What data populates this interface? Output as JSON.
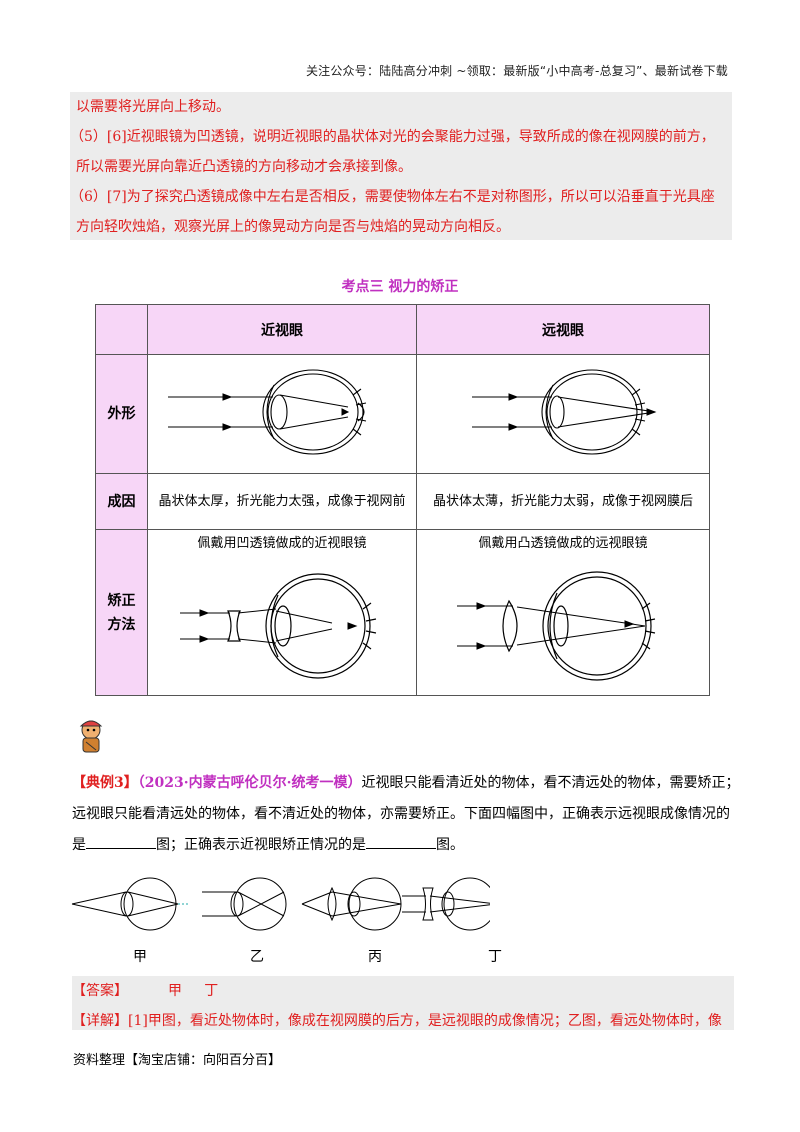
{
  "header": {
    "text": "关注公众号：陆陆高分冲刺   ~领取：最新版“小中高考-总复习”、最新试卷下载"
  },
  "analysis": {
    "lines": [
      "以需要将光屏向上移动。",
      "（5）[6]近视眼镜为凹透镜，说明近视眼的晶状体对光的会聚能力过强，导致所成的像在视网膜的前方，",
      "所以需要光屏向靠近凸透镜的方向移动才会承接到像。",
      "（6）[7]为了探究凸透镜成像中左右是否相反，需要使物体左右不是对称图形，所以可以沿垂直于光具座",
      "方向轻吹烛焰，观察光屏上的像晃动方向是否与烛焰的晃动方向相反。"
    ]
  },
  "section": {
    "title": "考点三   视力的矫正"
  },
  "table": {
    "col_myopia": "近视眼",
    "col_hyperopia": "远视眼",
    "row_appearance": "外形",
    "row_cause": "成因",
    "row_correction_1": "矫正",
    "row_correction_2": "方法",
    "cause_myopia": "晶状体太厚，折光能力太强，成像于视网前",
    "cause_hyperopia": "晶状体太薄，折光能力太弱，成像于视网膜后",
    "correction_myopia": "佩戴用凹透镜做成的近视眼镜",
    "correction_hyperopia": "佩戴用凸透镜做成的远视眼镜"
  },
  "example": {
    "tag": "【典例3】",
    "source": "（2023·内蒙古呼伦贝尔·统考一模）",
    "text1": "近视眼只能看清近处的物体，看不清远处的物体，需要矫正；远视眼只能看清远处的物体，看不清近处的物体，亦需要矫正。下面四幅图中，正确表示远视眼成像情况的是",
    "text2": "图；正确表示近视眼矫正情况的是",
    "text3": "图。",
    "figures": [
      "甲",
      "乙",
      "丙",
      "丁"
    ]
  },
  "answer": {
    "tag": "【答案】",
    "values": "甲     丁",
    "detail_tag": "【详解】",
    "detail": "[1]甲图，看近处物体时，像成在视网膜的后方，是远视眼的成像情况；乙图，看远处物体时，像"
  },
  "footer": {
    "text": "资料整理【淘宝店铺：向阳百分百】"
  }
}
